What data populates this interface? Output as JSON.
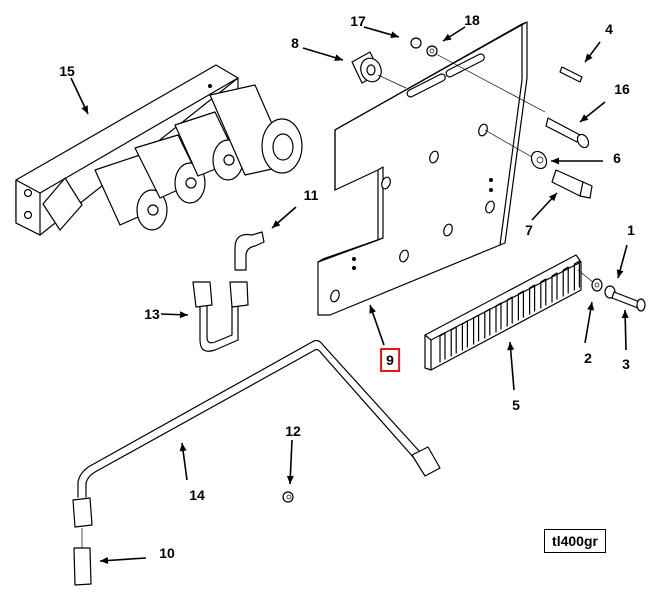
{
  "diagram": {
    "type": "exploded-parts-view",
    "figure_tag": "tl400gr",
    "highlight_color": "#e8141c",
    "selected_callout": "9",
    "callouts": [
      {
        "id": "1",
        "label": "1",
        "part": "screw-lockwasher"
      },
      {
        "id": "2",
        "label": "2",
        "part": "flat-washer"
      },
      {
        "id": "3",
        "label": "3",
        "part": "screw"
      },
      {
        "id": "4",
        "label": "4",
        "part": "pin"
      },
      {
        "id": "5",
        "label": "5",
        "part": "terminal-block"
      },
      {
        "id": "6",
        "label": "6",
        "part": "washer"
      },
      {
        "id": "7",
        "label": "7",
        "part": "hex-bolt"
      },
      {
        "id": "8",
        "label": "8",
        "part": "spacer"
      },
      {
        "id": "9",
        "label": "9",
        "part": "mounting-plate"
      },
      {
        "id": "10",
        "label": "10",
        "part": "fitting"
      },
      {
        "id": "11",
        "label": "11",
        "part": "elbow-fitting"
      },
      {
        "id": "12",
        "label": "12",
        "part": "nut"
      },
      {
        "id": "13",
        "label": "13",
        "part": "tube-assembly-u"
      },
      {
        "id": "14",
        "label": "14",
        "part": "tube-assembly-long"
      },
      {
        "id": "15",
        "label": "15",
        "part": "solenoid-valve-manifold"
      },
      {
        "id": "16",
        "label": "16",
        "part": "bolt"
      },
      {
        "id": "17",
        "label": "17",
        "part": "nut"
      },
      {
        "id": "18",
        "label": "18",
        "part": "lockwasher"
      }
    ]
  }
}
